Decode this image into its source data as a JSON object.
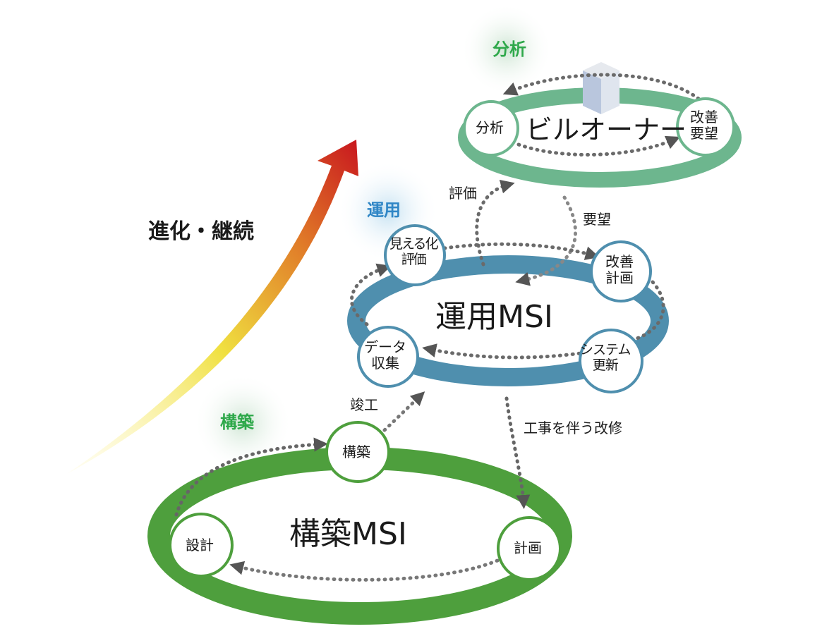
{
  "evolution_label": "進化・継続",
  "phases": {
    "analysis": {
      "label": "分析",
      "color": "#2ea84a"
    },
    "operation": {
      "label": "運用",
      "color": "#2f86c6"
    },
    "construction": {
      "label": "構築",
      "color": "#2ea84a"
    }
  },
  "owner_cycle": {
    "title": "ビルオーナー",
    "ring_color": "#6db68e",
    "nodes": [
      "分析",
      "改善\n要望"
    ]
  },
  "operation_cycle": {
    "title": "運用MSI",
    "ring_color": "#4f8fae",
    "nodes": [
      "見える化\n評価",
      "改善\n計画",
      "システム\n更新",
      "データ\n収集"
    ]
  },
  "construction_cycle": {
    "title": "構築MSI",
    "ring_color": "#4e9f3d",
    "nodes": [
      "構築",
      "設計",
      "計画"
    ]
  },
  "flow_labels": {
    "evaluation": "評価",
    "request": "要望",
    "completion": "竣工",
    "renovation": "工事を伴う改修"
  }
}
